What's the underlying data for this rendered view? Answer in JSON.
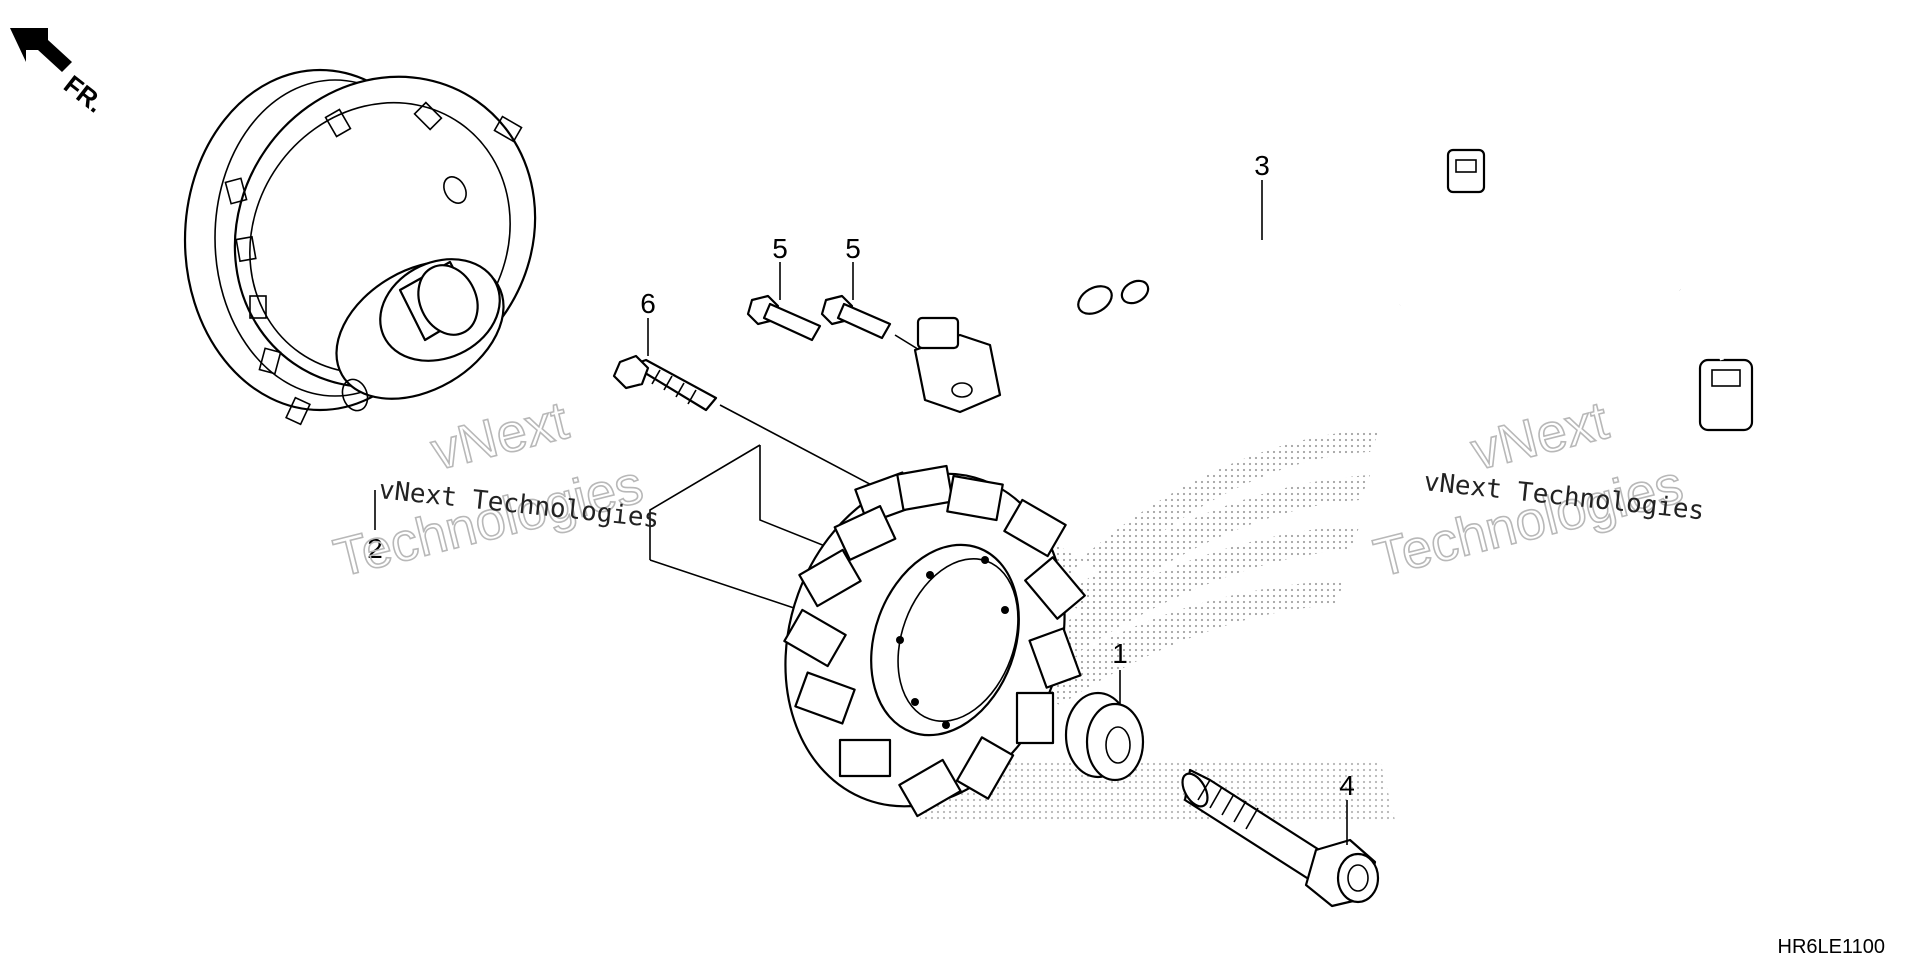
{
  "diagram": {
    "diagram_code": "HR6LE1100",
    "front_indicator": "FR.",
    "watermark": {
      "line1": "vNext",
      "line2": "Technologies",
      "caption": "vNext Technologies"
    },
    "callouts": [
      {
        "id": "1",
        "label": "1"
      },
      {
        "id": "2",
        "label": "2"
      },
      {
        "id": "3",
        "label": "3"
      },
      {
        "id": "4",
        "label": "4"
      },
      {
        "id": "5a",
        "label": "5"
      },
      {
        "id": "5b",
        "label": "5"
      },
      {
        "id": "6",
        "label": "6"
      }
    ]
  },
  "colors": {
    "line": "#000000",
    "background": "#ffffff",
    "watermark": "#b8b8b8",
    "stipple": "#9a9a9a"
  },
  "icons": [
    "front-direction-arrow-icon"
  ]
}
